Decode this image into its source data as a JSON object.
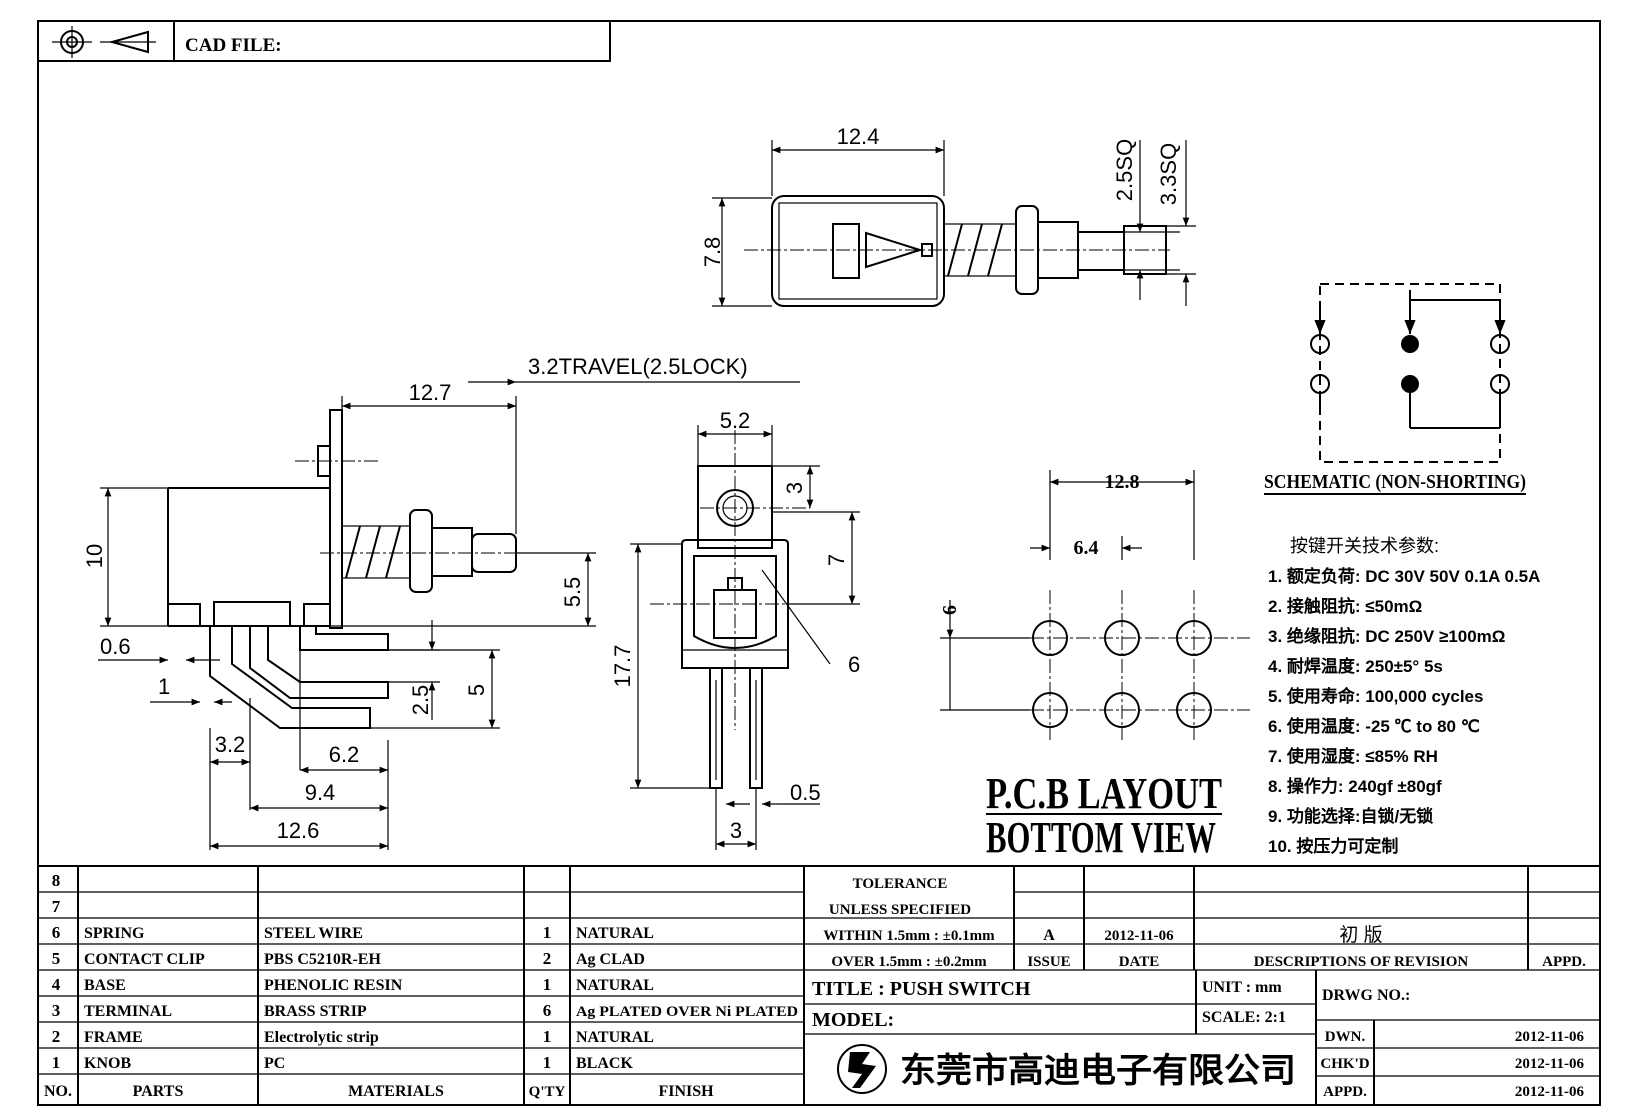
{
  "header": {
    "cad_file_label": "CAD FILE:"
  },
  "top_view": {
    "length": "12.4",
    "height": "7.8",
    "knob_inner": "2.5SQ",
    "knob_outer": "3.3SQ"
  },
  "side_view": {
    "travel": "3.2TRAVEL(2.5LOCK)",
    "width": "12.7",
    "height": "10",
    "knob_height": "5.5",
    "plate_thickness": "0.6",
    "offset": "1",
    "pin_spacing": "2.5",
    "pin_height": "5",
    "pin_offset": "3.2",
    "pin_x2": "6.2",
    "pin_x3": "9.4",
    "total": "12.6"
  },
  "front_view": {
    "width": "5.2",
    "hole_dist": "3",
    "body_h": "7",
    "height": "17.7",
    "pin_w": "0.5",
    "pin_pitch": "3",
    "callout": "6"
  },
  "pcb": {
    "pitch_total": "12.8",
    "pitch": "6.4",
    "row_pitch": "6",
    "title1": "P.C.B LAYOUT",
    "title2": "BOTTOM VIEW"
  },
  "schematic": {
    "title": "SCHEMATIC (NON-SHORTING)"
  },
  "specs": {
    "heading": "按键开关技术参数:",
    "items": [
      "1.  额定负荷: DC 30V 50V    0.1A  0.5A",
      "2.  接触阻抗:  ≤50mΩ",
      "3.  绝缘阻抗: DC 250V  ≥100mΩ",
      "4.  耐焊温度: 250±5°    5s",
      "5.  使用寿命: 100,000 cycles",
      "6.  使用温度: -25  ℃  to 80  ℃",
      "7.  使用湿度:  ≤85% RH",
      "8.  操作力: 240gf  ±80gf",
      "9.  功能选择:自锁/无锁",
      "10.  按压力可定制"
    ]
  },
  "bom": {
    "rows": [
      {
        "no": "8",
        "part": "",
        "material": "",
        "qty": "",
        "finish": ""
      },
      {
        "no": "7",
        "part": "",
        "material": "",
        "qty": "",
        "finish": ""
      },
      {
        "no": "6",
        "part": "SPRING",
        "material": "STEEL WIRE",
        "qty": "1",
        "finish": "NATURAL"
      },
      {
        "no": "5",
        "part": "CONTACT CLIP",
        "material": "PBS C5210R-EH",
        "qty": "2",
        "finish": "Ag CLAD"
      },
      {
        "no": "4",
        "part": "BASE",
        "material": "PHENOLIC RESIN",
        "qty": "1",
        "finish": "NATURAL"
      },
      {
        "no": "3",
        "part": "TERMINAL",
        "material": "BRASS STRIP",
        "qty": "6",
        "finish": "Ag PLATED OVER Ni PLATED"
      },
      {
        "no": "2",
        "part": "FRAME",
        "material": "Electrolytic strip",
        "qty": "1",
        "finish": "NATURAL"
      },
      {
        "no": "1",
        "part": "KNOB",
        "material": "PC",
        "qty": "1",
        "finish": "BLACK"
      }
    ],
    "headers": {
      "no": "NO.",
      "parts": "PARTS",
      "materials": "MATERIALS",
      "qty": "Q'TY",
      "finish": "FINISH"
    }
  },
  "title_block": {
    "tolerance1": "TOLERANCE",
    "tolerance2": "UNLESS   SPECIFIED",
    "within": "WITHIN 1.5mm : ±0.1mm",
    "over": "OVER 1.5mm : ±0.2mm",
    "issue_val": "A",
    "date_val": "2012-11-06",
    "desc_val": "初 版",
    "issue_hdr": "ISSUE",
    "date_hdr": "DATE",
    "desc_hdr": "DESCRIPTIONS  OF  REVISION",
    "appd_hdr": "APPD.",
    "title": "TITLE :   PUSH SWITCH",
    "model": "MODEL:",
    "unit": "UNIT :   mm",
    "scale": "SCALE:   2:1",
    "drwg_no": "DRWG NO.:",
    "company": "东莞市高迪电子有限公司",
    "dwn": "DWN.",
    "chkd": "CHK'D",
    "appd": "APPD.",
    "dwn_date": "2012-11-06",
    "chkd_date": "2012-11-06",
    "appd_date": "2012-11-06"
  }
}
